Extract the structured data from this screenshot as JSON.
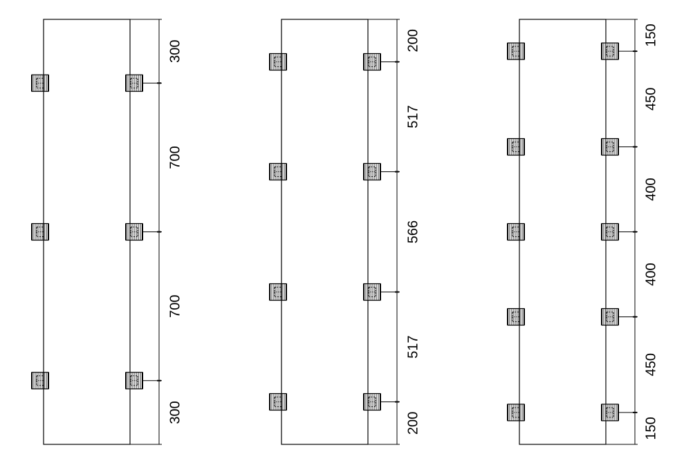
{
  "drawing": {
    "stroke_color": "#000000",
    "background": "#ffffff",
    "panels": [
      {
        "id": "panel-3-hinge",
        "hinge_icon": "hinge-icon",
        "total_height": 2000,
        "segments": [
          300,
          700,
          700,
          300
        ],
        "labels": [
          "300",
          "700",
          "700",
          "300"
        ]
      },
      {
        "id": "panel-4-hinge",
        "hinge_icon": "hinge-icon",
        "total_height": 2000,
        "segments": [
          200,
          517,
          566,
          517,
          200
        ],
        "labels": [
          "200",
          "517",
          "566",
          "517",
          "200"
        ]
      },
      {
        "id": "panel-5-hinge",
        "hinge_icon": "hinge-icon",
        "total_height": 2000,
        "segments": [
          150,
          450,
          400,
          400,
          450,
          150
        ],
        "labels": [
          "150",
          "450",
          "400",
          "400",
          "450",
          "150"
        ]
      }
    ]
  }
}
